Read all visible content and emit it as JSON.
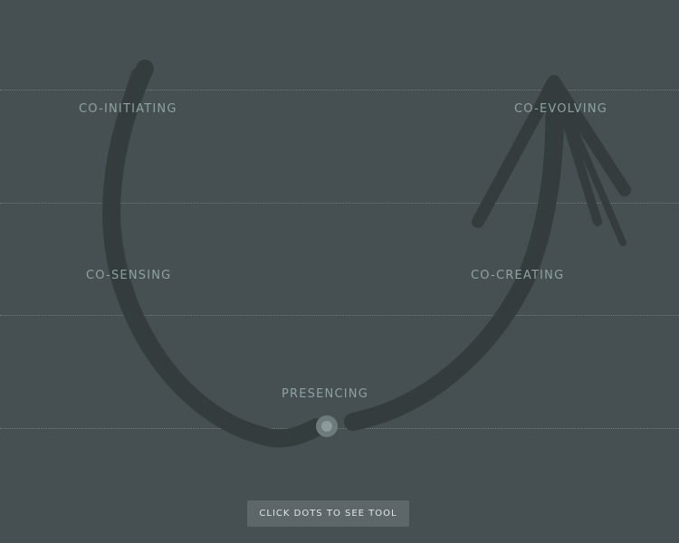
{
  "stages": {
    "co_initiating": "CO-INITIATING",
    "co_sensing": "CO-SENSING",
    "presencing": "PRESENCING",
    "co_creating": "CO-CREATING",
    "co_evolving": "CO-EVOLVING"
  },
  "button": {
    "label": "CLICK DOTS TO SEE TOOL"
  },
  "colors": {
    "background": "#465052",
    "arrow": "#343c3d",
    "label": "#8fa1a3",
    "dot": "#6d7b7d",
    "button": "#5d6769"
  }
}
